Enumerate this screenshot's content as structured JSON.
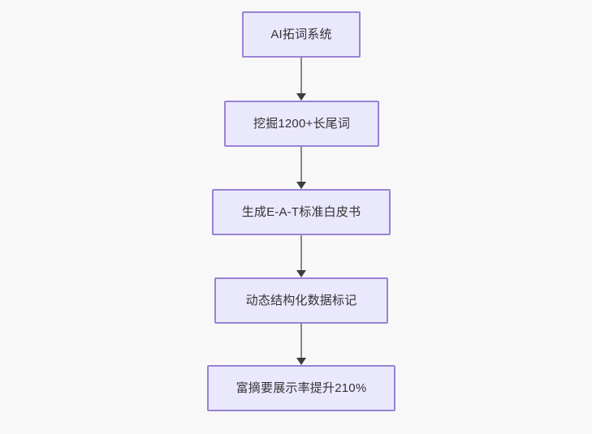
{
  "diagram": {
    "type": "flowchart",
    "direction": "top-to-bottom",
    "background_color": "#f8f8f8",
    "node_fill_color": "#eae8fd",
    "node_border_color": "#9a82d4",
    "node_text_color": "#333333",
    "edge_line_color": "#888888",
    "edge_arrow_color": "#3b3b44",
    "nodes": [
      {
        "id": "node-1",
        "label": "AI拓词系统"
      },
      {
        "id": "node-2",
        "label": "挖掘1200+长尾词"
      },
      {
        "id": "node-3",
        "label": "生成E-A-T标准白皮书"
      },
      {
        "id": "node-4",
        "label": "动态结构化数据标记"
      },
      {
        "id": "node-5",
        "label": "富摘要展示率提升210%"
      }
    ],
    "edges": [
      {
        "id": "edge-1",
        "from": "node-1",
        "to": "node-2",
        "label": ""
      },
      {
        "id": "edge-2",
        "from": "node-2",
        "to": "node-3",
        "label": ""
      },
      {
        "id": "edge-3",
        "from": "node-3",
        "to": "node-4",
        "label": ""
      },
      {
        "id": "edge-4",
        "from": "node-4",
        "to": "node-5",
        "label": ""
      }
    ]
  }
}
